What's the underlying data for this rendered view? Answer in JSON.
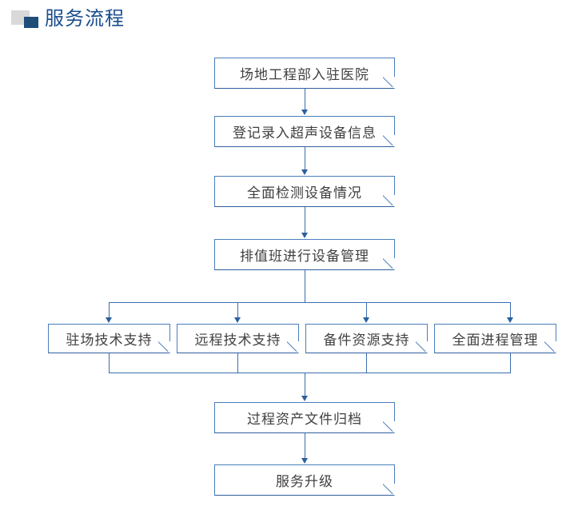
{
  "header": {
    "title": "服务流程",
    "marker_gray": "#d9d9d9",
    "marker_navy": "#1f4e79",
    "title_color": "#1a4d8f"
  },
  "theme": {
    "box_border": "#4a7ebb",
    "box_fill": "#ffffff",
    "text_color": "#404040",
    "connector_color": "#3a6eac",
    "arrow_color": "#2c5f9e",
    "page_background": "#ffffff"
  },
  "flow": {
    "type": "flowchart",
    "orientation": "top-to-bottom",
    "main_chain": [
      {
        "id": "n1",
        "label": "场地工程部入驻医院"
      },
      {
        "id": "n2",
        "label": "登记录入超声设备信息"
      },
      {
        "id": "n3",
        "label": "全面检测设备情况"
      },
      {
        "id": "n4",
        "label": "排值班进行设备管理"
      }
    ],
    "branches": [
      {
        "id": "b1",
        "label": "驻场技术支持"
      },
      {
        "id": "b2",
        "label": "远程技术支持"
      },
      {
        "id": "b3",
        "label": "备件资源支持"
      },
      {
        "id": "b4",
        "label": "全面进程管理"
      }
    ],
    "tail_chain": [
      {
        "id": "n5",
        "label": "过程资产文件归档"
      },
      {
        "id": "n6",
        "label": "服务升级"
      }
    ]
  }
}
